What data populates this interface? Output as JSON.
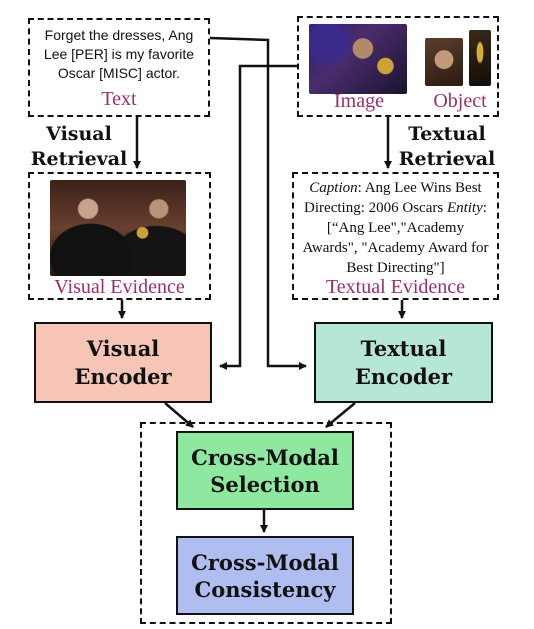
{
  "input_text": {
    "text": "Forget the dresses, Ang Lee [PER] is my favorite Oscar [MISC] actor.",
    "label": "Text"
  },
  "input_image": {
    "image_label": "Image",
    "object_label": "Object"
  },
  "retrieval": {
    "visual_label": "Visual Retrieval",
    "textual_label": "Textual Retrieval"
  },
  "visual_evidence": {
    "label": "Visual Evidence"
  },
  "textual_evidence": {
    "caption_key": "Caption",
    "caption_value": ": Ang Lee Wins Best Directing: 2006 Oscars",
    "entity_key": "Entity",
    "entity_value": ":[“Ang Lee\",\"Academy Awards\", \"Academy Award for Best Directing\"]",
    "label": "Textual Evidence"
  },
  "encoders": {
    "visual": "Visual Encoder",
    "textual": "Textual Encoder"
  },
  "cross_modal": {
    "selection": "Cross-Modal Selection",
    "consistency": "Cross-Modal Consistency"
  },
  "colors": {
    "visual_encoder": "#f6c5b5",
    "textual_encoder": "#b5e6d6",
    "selection": "#8fe89f",
    "consistency": "#b0bdf0",
    "label_purple": "#9a2f6b"
  }
}
